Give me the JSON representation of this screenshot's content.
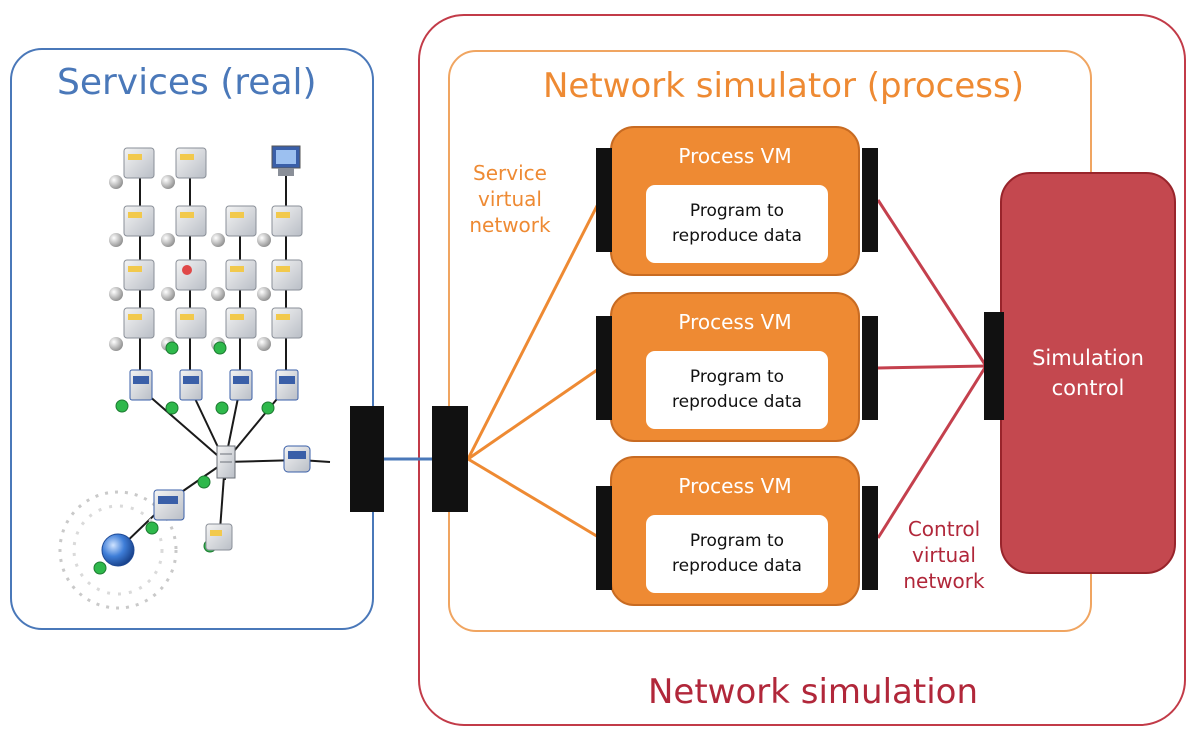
{
  "services": {
    "title": "Services (real)"
  },
  "network_simulation": {
    "title": "Network simulation"
  },
  "network_simulator": {
    "title": "Network simulator (process)"
  },
  "service_virtual_network": {
    "lines": [
      "Service",
      "virtual",
      "network"
    ]
  },
  "control_virtual_network": {
    "lines": [
      "Control",
      "virtual",
      "network"
    ]
  },
  "process_vms": [
    {
      "title": "Process VM",
      "program_lines": [
        "Program to",
        "reproduce data"
      ]
    },
    {
      "title": "Process VM",
      "program_lines": [
        "Program to",
        "reproduce data"
      ]
    },
    {
      "title": "Process VM",
      "program_lines": [
        "Program to",
        "reproduce data"
      ]
    }
  ],
  "simulation_control": {
    "lines": [
      "Simulation",
      "control"
    ]
  },
  "colors": {
    "services_blue": "#4a78b9",
    "simulator_orange": "#ee8a33",
    "simulation_red": "#b1273a",
    "vm_fill": "#ee8a33",
    "control_fill": "#c4484f",
    "port_black": "#111111",
    "status_green": "#2eb84b"
  },
  "icons": [
    "server-icon",
    "workstation-icon",
    "router-icon",
    "switch-icon",
    "globe-icon",
    "status-led-icon"
  ]
}
